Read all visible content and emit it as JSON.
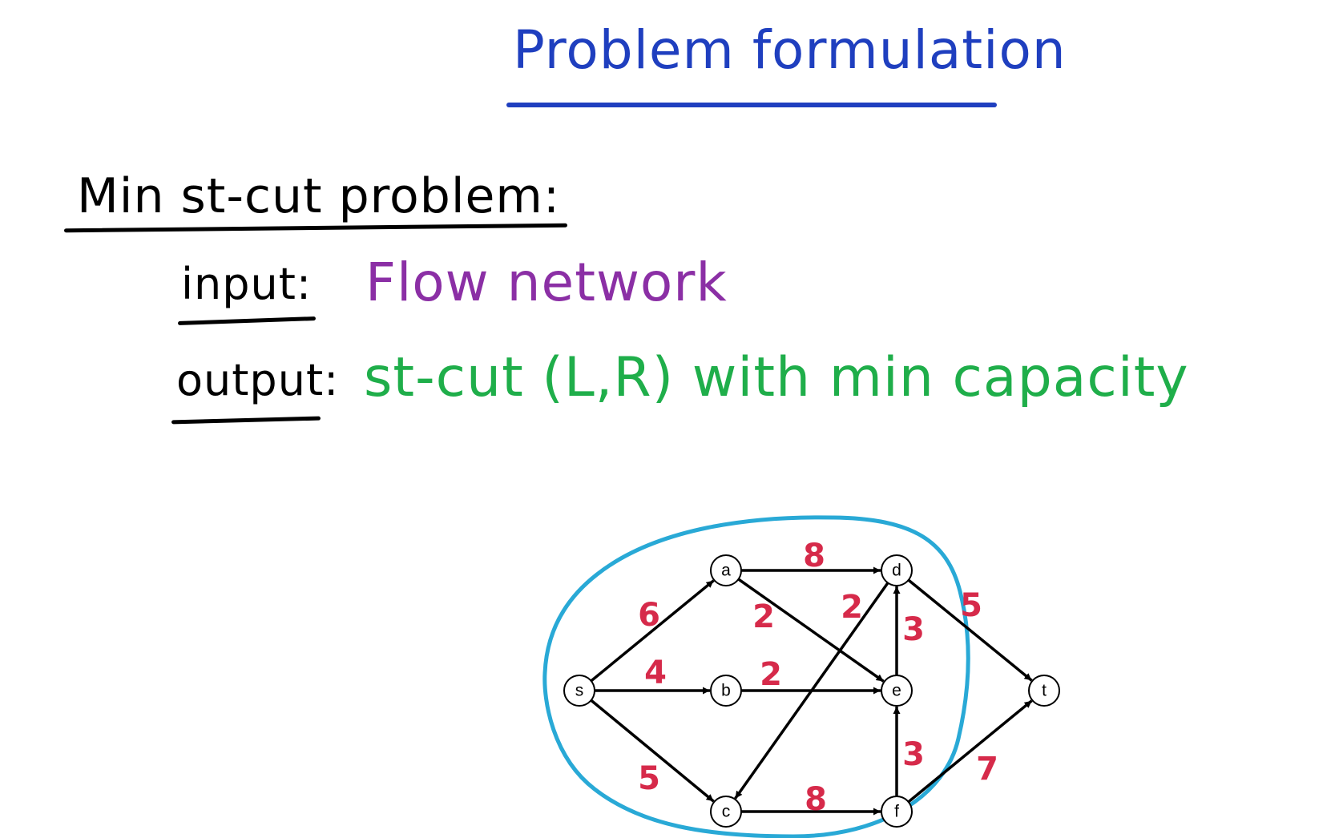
{
  "title": "Problem formulation",
  "problem": {
    "heading": "Min st-cut problem:",
    "input_label": "input:",
    "input_value": "Flow network",
    "output_label": "output:",
    "output_value": "st-cut (L,R) with min capacity"
  },
  "colors": {
    "title": "#1f3fbf",
    "text": "#000000",
    "input_value": "#8b2fa5",
    "output_value": "#1fae4a",
    "capacity": "#d62a4a",
    "cut_curve": "#29a9d6",
    "node_fill": "#ffffff",
    "edge": "#000000"
  },
  "graph": {
    "nodes": [
      {
        "id": "s",
        "label": "s"
      },
      {
        "id": "a",
        "label": "a"
      },
      {
        "id": "b",
        "label": "b"
      },
      {
        "id": "c",
        "label": "c"
      },
      {
        "id": "d",
        "label": "d"
      },
      {
        "id": "e",
        "label": "e"
      },
      {
        "id": "f",
        "label": "f"
      },
      {
        "id": "t",
        "label": "t"
      }
    ],
    "edges": [
      {
        "from": "s",
        "to": "a",
        "capacity": "6"
      },
      {
        "from": "s",
        "to": "b",
        "capacity": "4"
      },
      {
        "from": "s",
        "to": "c",
        "capacity": "5"
      },
      {
        "from": "a",
        "to": "d",
        "capacity": "8"
      },
      {
        "from": "a",
        "to": "e",
        "capacity": "2"
      },
      {
        "from": "b",
        "to": "e",
        "capacity": "2"
      },
      {
        "from": "d",
        "to": "c",
        "capacity": "2"
      },
      {
        "from": "e",
        "to": "d",
        "capacity": "3"
      },
      {
        "from": "f",
        "to": "e",
        "capacity": "3"
      },
      {
        "from": "c",
        "to": "f",
        "capacity": "8"
      },
      {
        "from": "d",
        "to": "t",
        "capacity": "5"
      },
      {
        "from": "f",
        "to": "t",
        "capacity": "7"
      }
    ],
    "cut_set_L": [
      "s",
      "a",
      "b",
      "c",
      "d",
      "e",
      "f"
    ]
  }
}
